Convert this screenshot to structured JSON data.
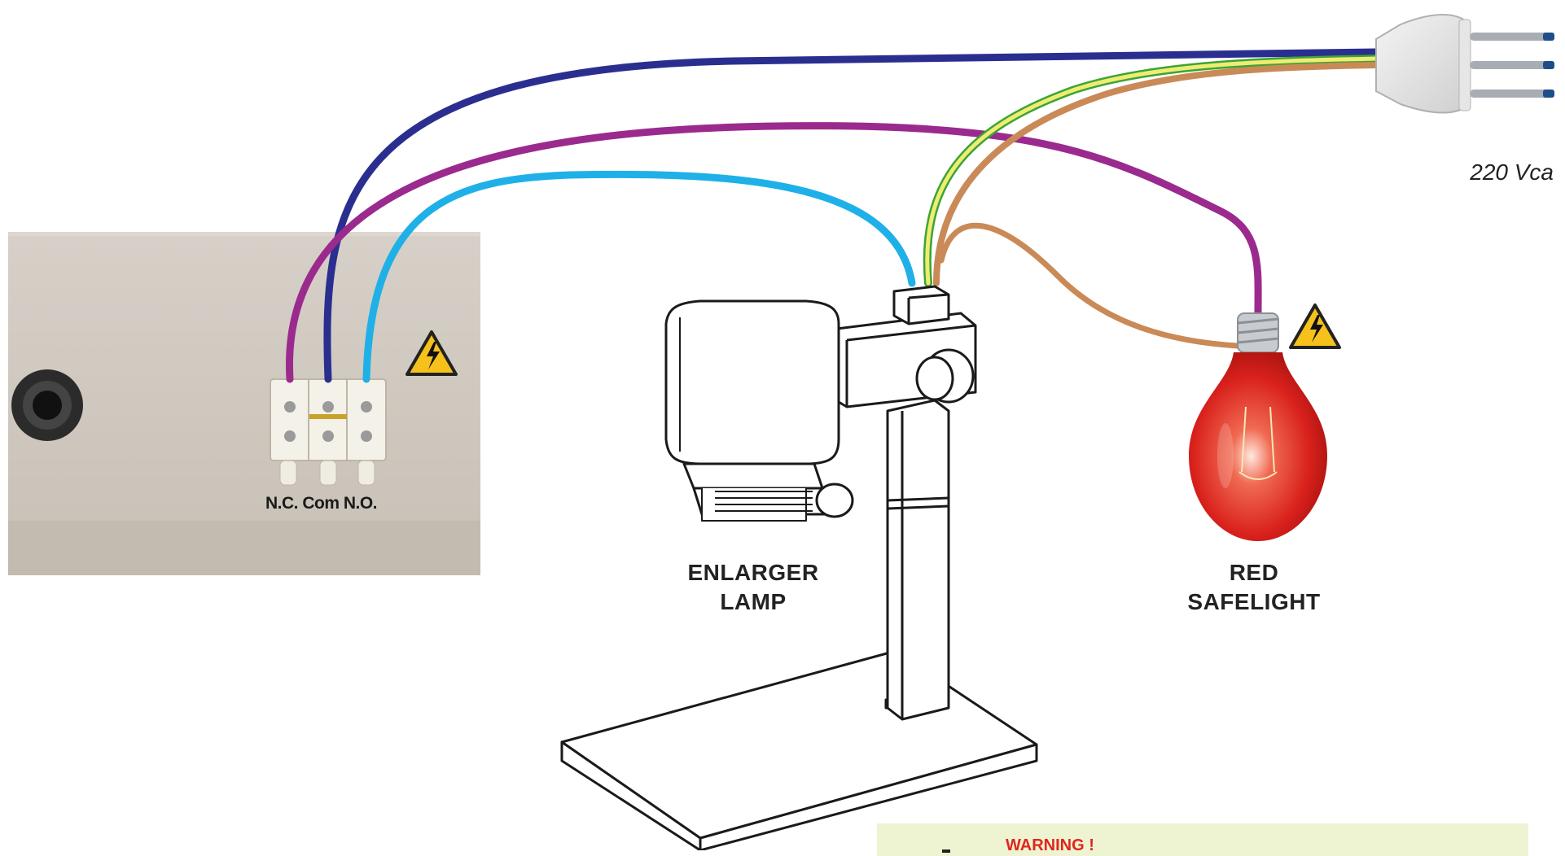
{
  "labels": {
    "voltage": "220 Vca",
    "terminal_block": "N.C. Com N.O.",
    "enlarger": [
      "ENLARGER",
      "LAMP"
    ],
    "safelight": [
      "RED",
      "SAFELIGHT"
    ]
  },
  "warning": {
    "title": "WARNING !"
  },
  "colors": {
    "wire_dark_blue": "#2a2f8f",
    "wire_purple": "#9b2a8e",
    "wire_light_blue": "#1fb0e8",
    "wire_brown": "#c98a57",
    "wire_earth_green": "#3aa535",
    "wire_earth_yellow": "#f0ec73",
    "housing": "#cfc8bf",
    "bulb_red": "#e0241f",
    "warning_bg": "#eef3d2",
    "warning_text": "#e0261c"
  },
  "icons": [
    "high-voltage-warning-icon",
    "plug-icon",
    "bulb-icon",
    "enlarger-icon"
  ]
}
